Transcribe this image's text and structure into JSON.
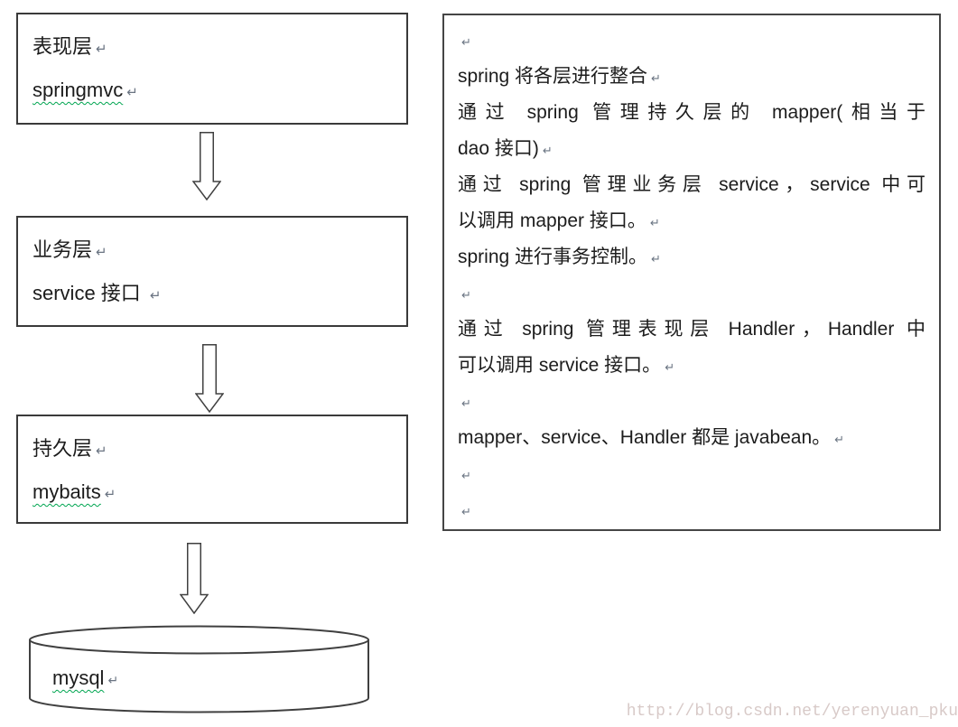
{
  "pilcrow_mark": "↵",
  "flow": {
    "boxes": [
      {
        "title": "表现层",
        "subtitle": "springmvc",
        "subtitle_misspelled": true
      },
      {
        "title": "业务层",
        "subtitle": "service 接口 ",
        "subtitle_misspelled": false
      },
      {
        "title": "持久层",
        "subtitle": "mybaits",
        "subtitle_misspelled": true
      }
    ],
    "database": {
      "label": "mysql",
      "label_misspelled": true
    }
  },
  "notes": {
    "lines": [
      {
        "text": "",
        "mark": true
      },
      {
        "text": "spring 将各层进行整合",
        "mark": true
      },
      {
        "text": "通过 spring 管理持久层的 mapper(相当于",
        "mark": false
      },
      {
        "text": "dao 接口)",
        "mark": true
      },
      {
        "text": "通过 spring 管理业务层 service，service 中可",
        "mark": false
      },
      {
        "text": "以调用 mapper 接口。",
        "mark": true
      },
      {
        "text": "spring 进行事务控制。",
        "mark": true
      },
      {
        "text": "",
        "mark": true
      },
      {
        "text": "通过 spring 管理表现层 Handler，Handler 中",
        "mark": false
      },
      {
        "text": "可以调用 service 接口。",
        "mark": true
      },
      {
        "text": "",
        "mark": true
      },
      {
        "text": "mapper、service、Handler 都是 javabean。",
        "mark": true
      },
      {
        "text": "",
        "mark": true
      },
      {
        "text": "",
        "mark": true
      }
    ]
  },
  "watermark": {
    "text": "http://blog.csdn.net/yerenyuan_pku"
  },
  "colors": {
    "box_border": "#3a3a3a",
    "notes_border": "#454545",
    "text": "#1c1c1c",
    "squiggle_green": "#00a550",
    "paragraph_mark": "#6a7482",
    "watermark": "#d8cac8",
    "shape_stroke": "#404040"
  }
}
